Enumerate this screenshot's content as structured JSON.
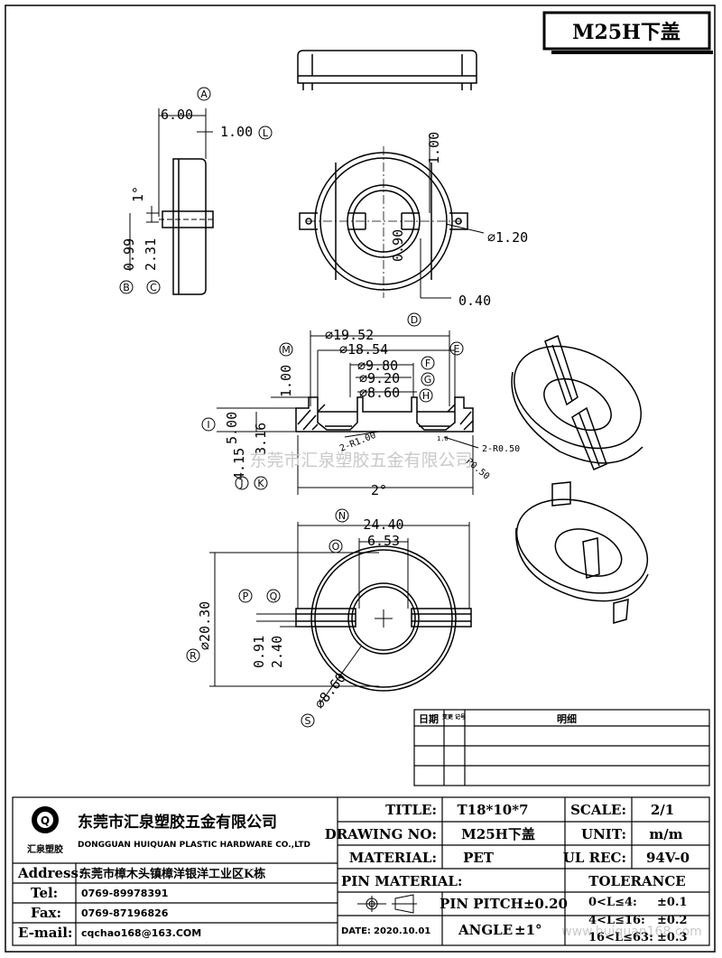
{
  "drawing_title": "M25H下盖",
  "watermark": "东莞市汇泉塑胶五金有限公司",
  "watermark_url": "www.huiquan168.com",
  "side_view": {
    "dims": [
      "6.00",
      "1.00",
      "1°",
      "0.99",
      "2.31"
    ],
    "markers": [
      "A",
      "L",
      "B",
      "C"
    ]
  },
  "top_view": {
    "dims": [
      "1.00",
      "⌀1.20",
      "0.90",
      "0.40"
    ]
  },
  "section_view": {
    "dims": [
      "⌀19.52",
      "⌀18.54",
      "⌀9.80",
      "⌀9.20",
      "⌀8.60",
      "1.00",
      "5.00",
      "4.15",
      "3.16",
      "2-R1.00",
      "2-R0.50",
      "R0.50",
      "2°",
      "1.0"
    ],
    "markers": [
      "D",
      "E",
      "M",
      "F",
      "G",
      "H",
      "I",
      "J",
      "K"
    ]
  },
  "bottom_view": {
    "dims": [
      "24.40",
      "6.53",
      "⌀20.30",
      "0.91",
      "2.40",
      "⌀8.60"
    ],
    "markers": [
      "N",
      "O",
      "P",
      "Q",
      "R",
      "S"
    ]
  },
  "revision_table": {
    "col_date": "日期",
    "col_change": "变更\n记号",
    "col_detail": "明细"
  },
  "title_block": {
    "company_cn": "东莞市汇泉塑胶五金有限公司",
    "company_en": "DONGGUAN HUIQUAN PLASTIC HARDWARE CO.,LTD",
    "logo_caption": "汇泉塑胶",
    "logo_letter": "Q",
    "address_label": "Address:",
    "address_value": "东莞市樟木头镇樟洋银洋工业区K栋",
    "tel_label": "Tel:",
    "tel_value": "0769-89978391",
    "fax_label": "Fax:",
    "fax_value": "0769-87196826",
    "email_label": "E-mail:",
    "email_value": "cqchao168@163.COM",
    "title_label": "TITLE:",
    "title_value": "T18*10*7",
    "drawing_no_label": "DRAWING NO:",
    "drawing_no_value": "M25H下盖",
    "material_label": "MATERIAL:",
    "material_value": "PET",
    "pin_material_label": "PIN MATERIAL:",
    "date_label": "DATE:",
    "date_value": "2020.10.01",
    "pin_pitch": "PIN PITCH±0.20",
    "angle_label": "ANGLE",
    "angle_value": "±1°",
    "scale_label": "SCALE:",
    "scale_value": "2/1",
    "unit_label": "UNIT:",
    "unit_value": "m/m",
    "ul_label": "UL REC:",
    "ul_value": "94V-0",
    "tolerance_label": "TOLERANCE",
    "tol_1_range": "0<L≤4:",
    "tol_1_value": "±0.1",
    "tol_2_range": "4<L≤16:",
    "tol_2_value": "±0.2",
    "tol_3_range": "16<L≤63:",
    "tol_3_value": "±0.3"
  }
}
